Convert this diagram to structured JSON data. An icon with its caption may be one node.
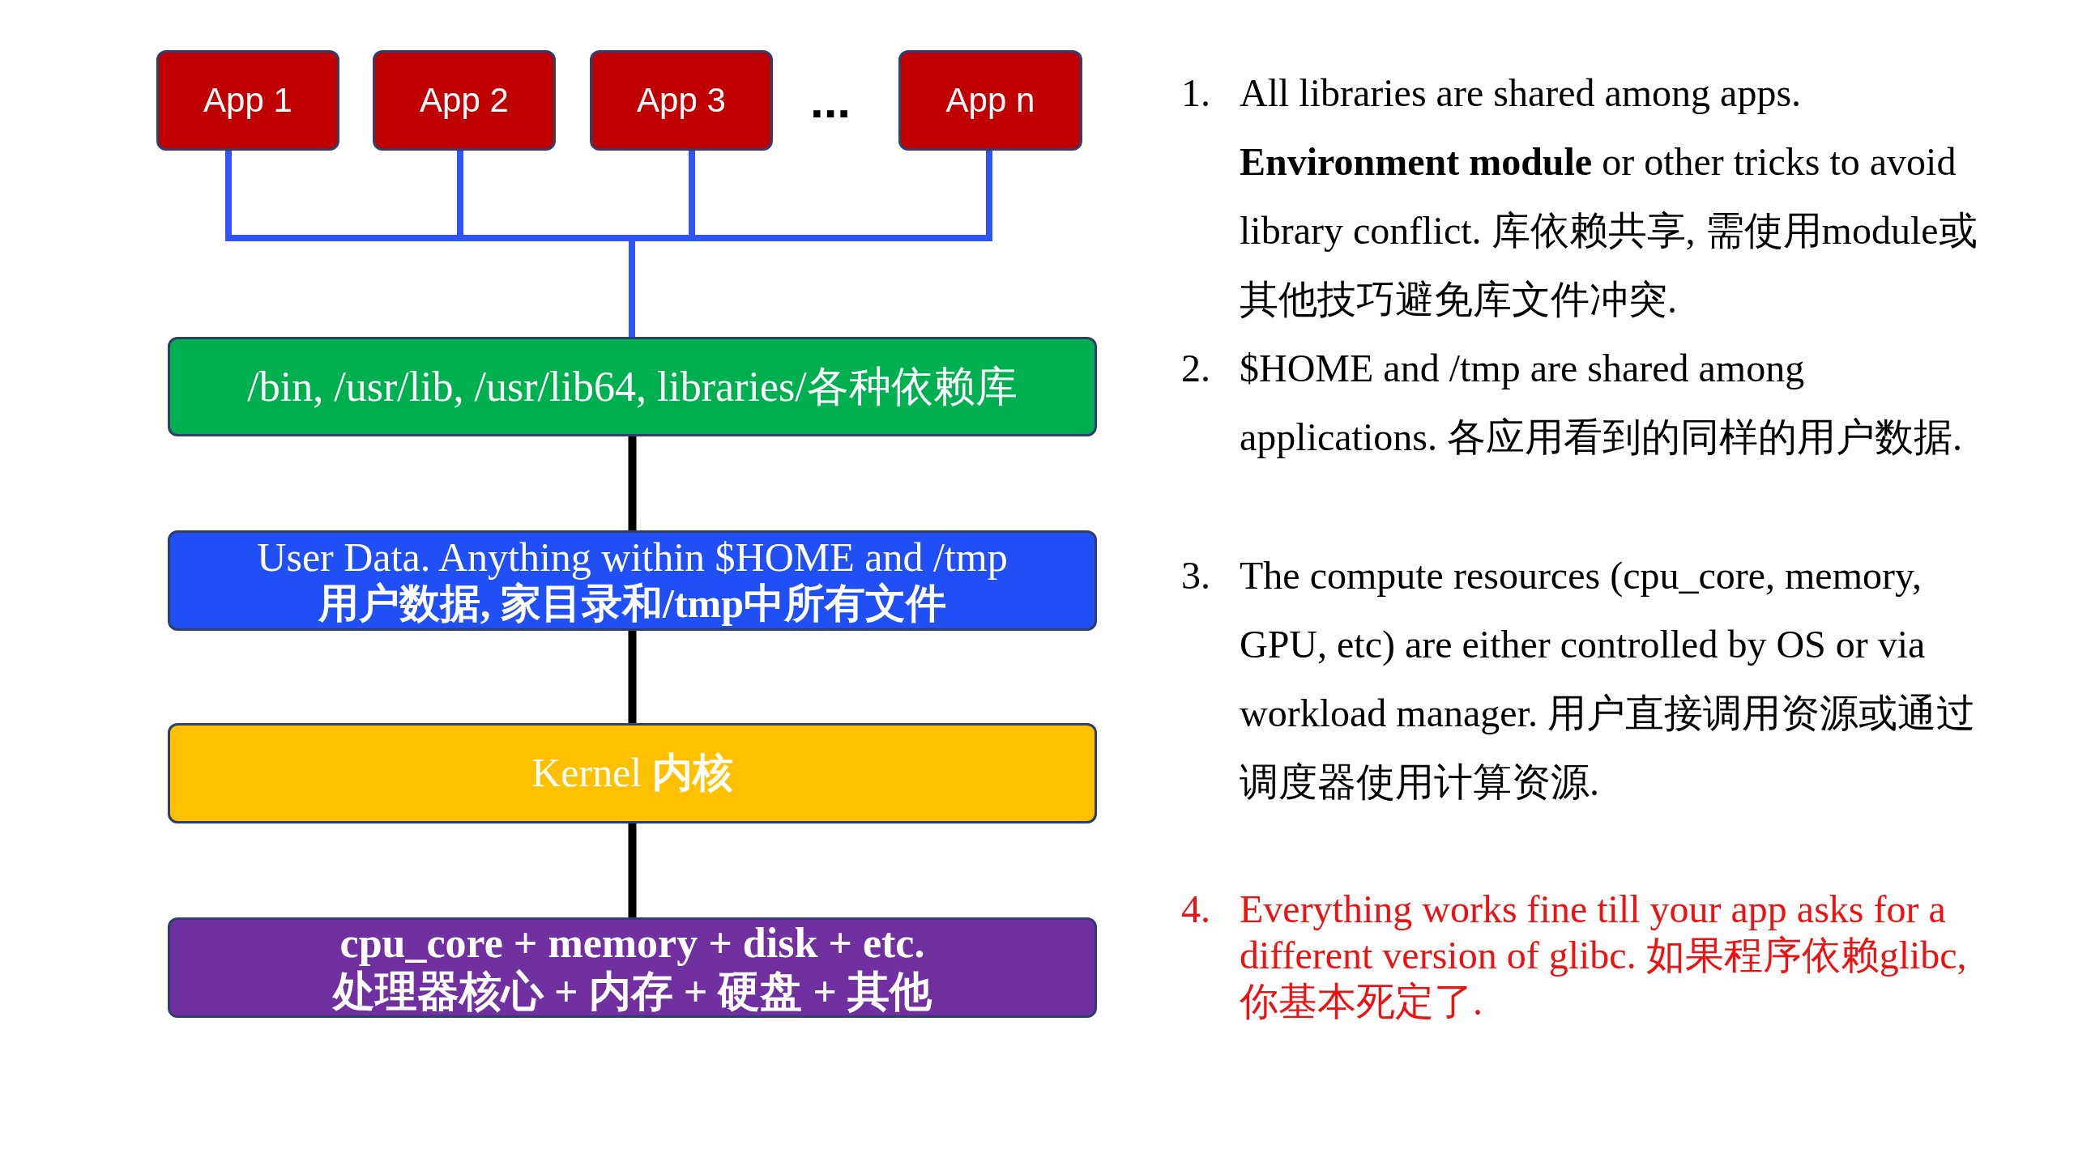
{
  "diagram": {
    "nodes": [
      {
        "text": [
          "App 1"
        ]
      },
      {
        "text": [
          "App 2"
        ]
      },
      {
        "text": [
          "App 3"
        ]
      },
      {
        "text": [
          "App n"
        ]
      },
      {
        "text": [
          "/bin, /usr/lib, /usr/lib64, libraries/各种依赖库"
        ]
      },
      {
        "text": [
          "User Data. Anything within $HOME and /tmp",
          "用户数据, 家目录和/tmp中所有文件"
        ]
      },
      {
        "text": [
          "Kernel **内核**"
        ]
      },
      {
        "text": [
          "cpu_core + memory + disk + etc.",
          "处理器核心 + 内存 + 硬盘 + 其他"
        ]
      }
    ],
    "edges": [
      {
        "from": 0,
        "to": 4,
        "arrow": "none"
      },
      {
        "from": 1,
        "to": 4,
        "arrow": "none"
      },
      {
        "from": 2,
        "to": 4,
        "arrow": "none"
      },
      {
        "from": 3,
        "to": 4,
        "arrow": "none"
      },
      {
        "from": 4,
        "to": 5,
        "arrow": "none",
        "color": "#000000"
      },
      {
        "from": 5,
        "to": 6,
        "arrow": "none",
        "color": "#000000"
      },
      {
        "from": 6,
        "to": 7,
        "arrow": "none",
        "color": "#000000"
      }
    ],
    "labels": [
      "...",
      "1.",
      "All libraries are shared among apps. **Environment module** or other tricks to avoid library conflict. 库依赖共享, 需使用module或其他技巧避免库文件冲突.",
      "2.",
      "$HOME and /tmp are shared among applications. 各应用看到的同样的用户数据.",
      "3.",
      "The compute resources (cpu_core, memory, GPU, etc) are either controlled by OS or via workload manager. 用户直接调用资源或通过调度器使用计算资源.",
      "4.",
      "Everything works fine till your app asks for a different version of glibc. 如果程序依赖glibc, 你基本死定了."
    ]
  }
}
